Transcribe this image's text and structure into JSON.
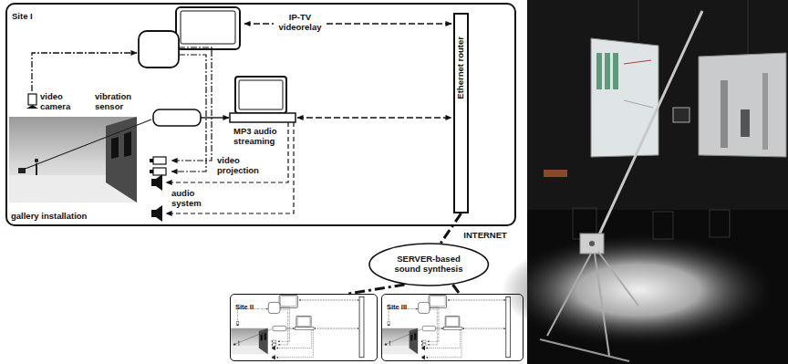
{
  "diagram": {
    "nodes": [
      {
        "text": [
          "Site I"
        ]
      },
      {
        "text": [
          "Ethernet router"
        ],
        "in": 0
      },
      {
        "text": [
          "SERVER-based sound synthesis"
        ]
      },
      {
        "text": [
          "Site II"
        ]
      },
      {
        "text": [
          "Site III"
        ]
      }
    ],
    "edges": [
      {
        "from": 1,
        "to": 2,
        "label": "INTERNET",
        "arrow": "none"
      },
      {
        "from": 2,
        "to": 3,
        "arrow": "none"
      },
      {
        "from": 2,
        "to": 4,
        "arrow": "none"
      }
    ],
    "labels": [
      "IP-TV videorelay",
      "video camera",
      "vibration sensor",
      "gallery installation",
      "MP3 audio streaming",
      "video projection",
      "audio system"
    ]
  }
}
